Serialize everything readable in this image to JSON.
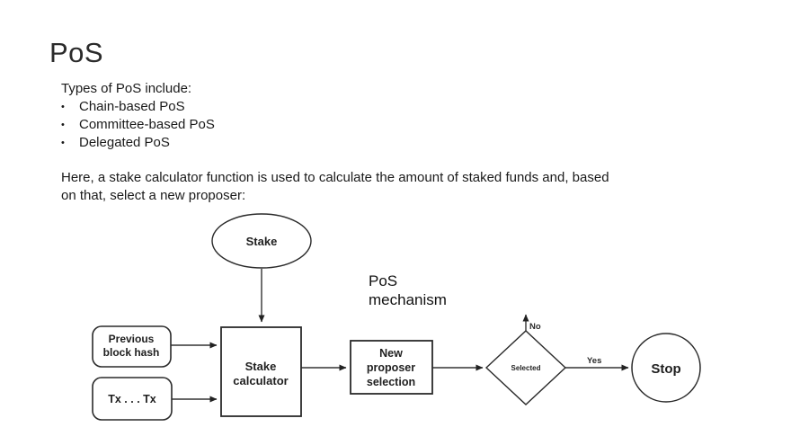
{
  "slide": {
    "title": "PoS",
    "intro": "Types of PoS include:",
    "bullet_glyph": "•",
    "bullets": [
      "Chain-based PoS",
      "Committee-based PoS",
      "Delegated PoS"
    ],
    "paragraph_line1": "Here, a stake calculator function is used to calculate the amount of staked funds and, based",
    "paragraph_line2": "on that, select a new proposer:"
  },
  "diagram": {
    "caption_line1": "PoS",
    "caption_line2": "mechanism",
    "nodes": {
      "stake": "Stake",
      "prev_hash_line1": "Previous",
      "prev_hash_line2": "block hash",
      "tx": "Tx . . . Tx",
      "calculator_line1": "Stake",
      "calculator_line2": "calculator",
      "proposer_line1": "New",
      "proposer_line2": "proposer",
      "proposer_line3": "selection",
      "decision": "Selected",
      "stop": "Stop"
    },
    "edge_labels": {
      "yes": "Yes",
      "no": "No"
    }
  }
}
